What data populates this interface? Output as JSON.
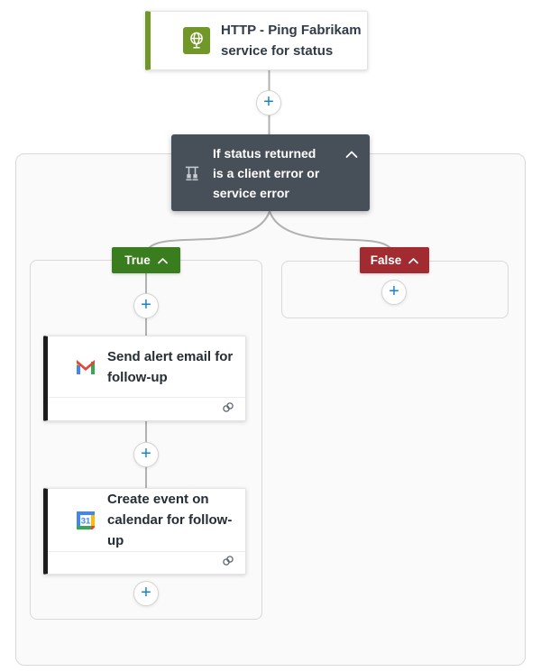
{
  "trigger_card": {
    "title": "HTTP - Ping Fabrikam\nservice for status",
    "icon": "http-globe-icon",
    "accent_color": "#709727"
  },
  "condition_card": {
    "title": "If status returned\nis a client error or\nservice error",
    "background": "#474f59",
    "icon": "condition-icon",
    "collapse_icon": "chevron-up"
  },
  "branches": {
    "true_branch": {
      "label": "True",
      "color": "#3a7d1e",
      "actions": [
        {
          "title": "Send alert email for\nfollow-up",
          "icon": "gmail-icon"
        },
        {
          "title": "Create event on\ncalendar for follow-up",
          "icon": "google-calendar-icon"
        }
      ]
    },
    "false_branch": {
      "label": "False",
      "color": "#a12b31",
      "actions": []
    }
  },
  "icons": {
    "calendar_day": "31"
  },
  "ui": {
    "plus": "+",
    "connector_color": "#b1b1b1"
  }
}
